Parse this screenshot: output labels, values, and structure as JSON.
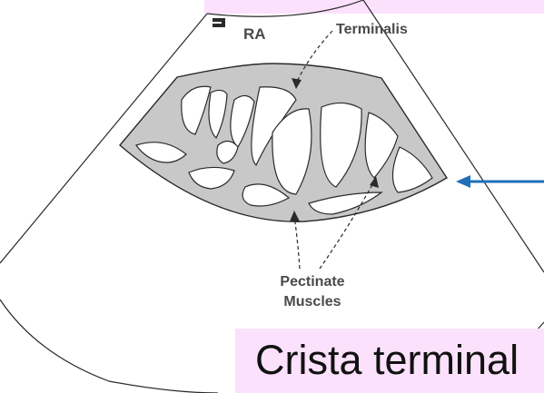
{
  "diagram": {
    "probe_marker": "probe-marker-icon",
    "labels": {
      "chamber": "RA",
      "top_label": "Terminalis",
      "bottom_label_line1": "Pectinate",
      "bottom_label_line2": "Muscles"
    },
    "colors": {
      "tissue": "#c8c8c8",
      "outline": "#2a2a2a",
      "arrow": "#1f6fb8",
      "highlight_box": "#fbe1fb"
    }
  },
  "caption": {
    "text": "Crista terminal"
  }
}
